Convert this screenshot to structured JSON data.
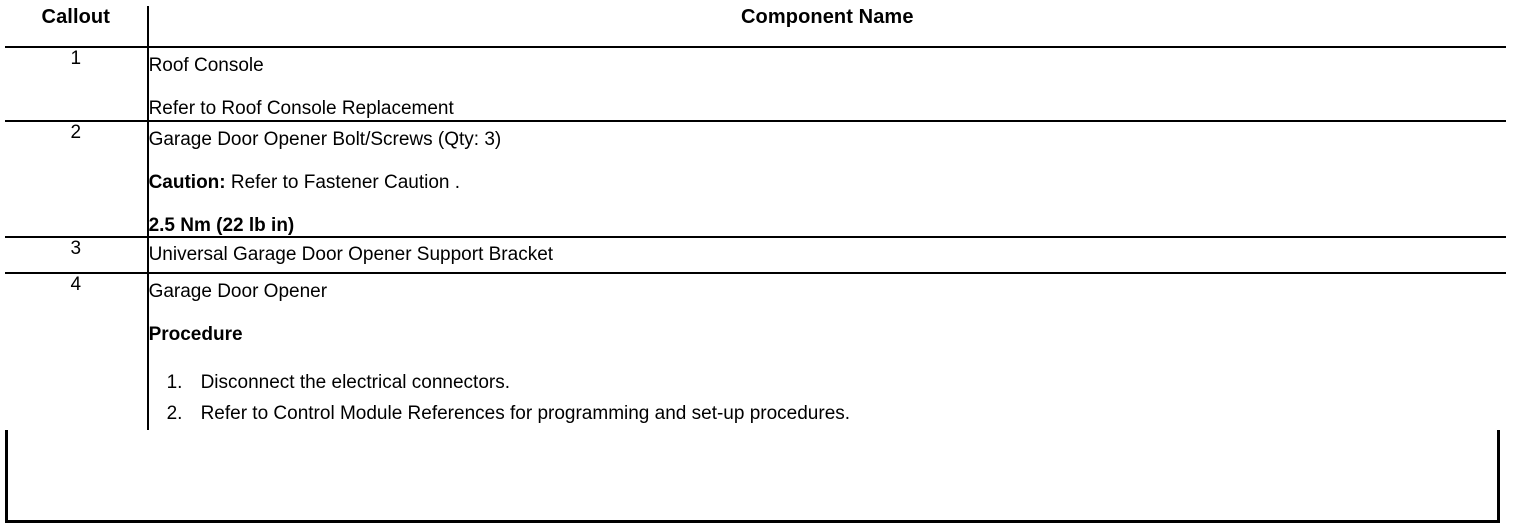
{
  "table": {
    "headers": {
      "callout": "Callout",
      "component_name": "Component Name"
    },
    "rows": [
      {
        "callout": "1",
        "lines": [
          {
            "text": "Roof Console",
            "bold": false
          },
          {
            "text": "Refer to Roof Console Replacement",
            "bold": false
          }
        ]
      },
      {
        "callout": "2",
        "lines": [
          {
            "text": "Garage Door Opener Bolt/Screws (Qty: 3)",
            "bold": false
          },
          {
            "bold_prefix": "Caution:",
            "text": " Refer to Fastener Caution ."
          },
          {
            "text": "2.5 Nm (22 lb in)",
            "bold": true
          }
        ]
      },
      {
        "callout": "3",
        "lines": [
          {
            "text": "Universal Garage Door Opener Support Bracket",
            "bold": false
          }
        ]
      },
      {
        "callout": "4",
        "lines": [
          {
            "text": "Garage Door Opener",
            "bold": false
          },
          {
            "text": "Procedure",
            "bold": true
          }
        ],
        "steps": [
          {
            "num": "1.",
            "text": "Disconnect the electrical connectors."
          },
          {
            "num": "2.",
            "text": "Refer to Control Module References for programming and set-up procedures."
          }
        ]
      }
    ]
  },
  "colors": {
    "background": "#ffffff",
    "text": "#000000",
    "border": "#000000"
  }
}
